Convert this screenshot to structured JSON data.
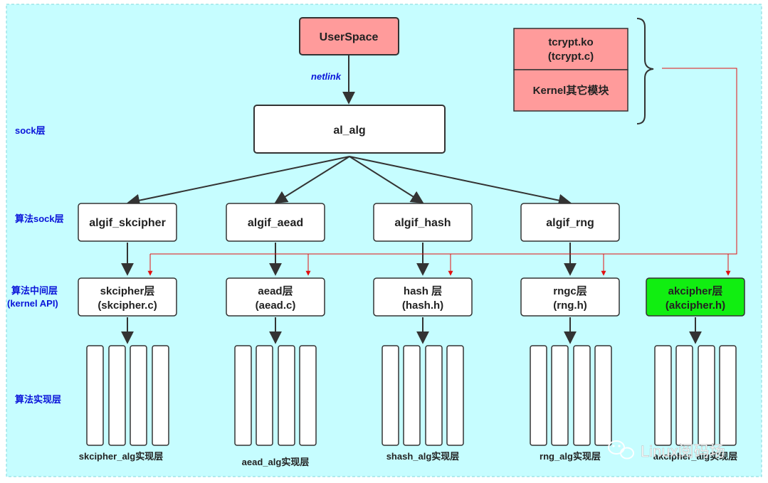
{
  "colors": {
    "background": "#c6fdff",
    "pink_box": "#ff9b9b",
    "green_box": "#11ee11",
    "white_box": "#ffffff",
    "arrow": "#333333",
    "red_line": "#e11111",
    "layer_label": "#0a14d9",
    "netlink_label": "#0a14d9",
    "watermark": "#ffffff"
  },
  "userspace": {
    "label": "UserSpace"
  },
  "netlink": {
    "label": "netlink"
  },
  "al_alg": {
    "label": "al_alg"
  },
  "tcrypt": {
    "line1": "tcrypt.ko",
    "line2": "(tcrypt.c)"
  },
  "kernel_modules": {
    "label": "Kernel其它模块"
  },
  "layers": {
    "sock": "sock层",
    "alg_sock": "算法sock层",
    "middle_line1": "算法中间层",
    "middle_line2": "(kernel API)",
    "impl": "算法实现层"
  },
  "algif_boxes": [
    {
      "label": "algif_skcipher"
    },
    {
      "label": "algif_aead"
    },
    {
      "label": "algif_hash"
    },
    {
      "label": "algif_rng"
    }
  ],
  "middle_boxes": [
    {
      "line1": "skcipher层",
      "line2": "(skcipher.c)"
    },
    {
      "line1": "aead层",
      "line2": "(aead.c)"
    },
    {
      "line1": "hash 层",
      "line2": "(hash.h)"
    },
    {
      "line1": "rngc层",
      "line2": "(rng.h)"
    },
    {
      "line1": "akcipher层",
      "line2": "(akcipher.h)"
    }
  ],
  "impl_labels": [
    "skcipher_alg实现层",
    "aead_alg实现层",
    "shash_alg实现层",
    "rng_alg实现层",
    "akcipher_alg实现层"
  ],
  "watermark": {
    "text": "Linux阅码场",
    "icon": "wechat-icon"
  }
}
